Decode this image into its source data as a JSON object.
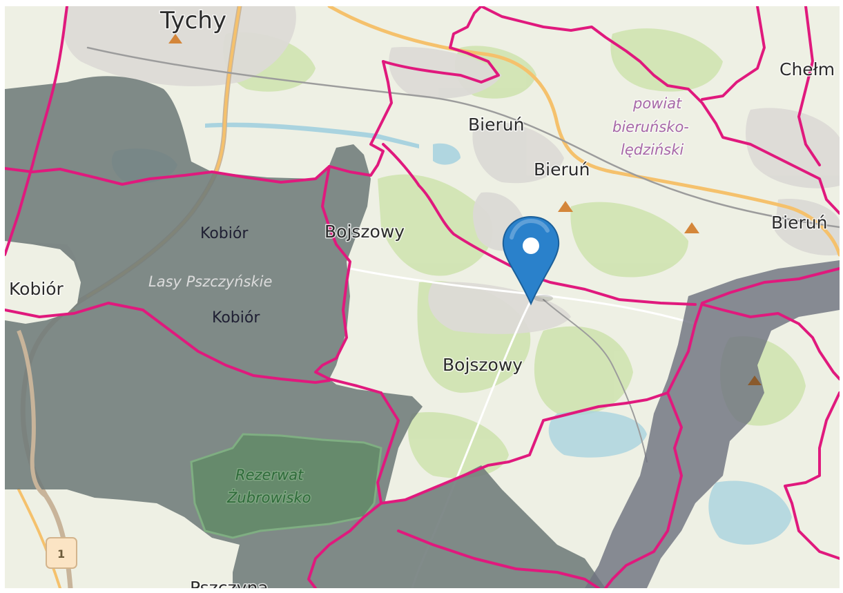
{
  "map": {
    "place_labels": {
      "tychy": "Tychy",
      "chelm": "Chełm",
      "bierun_1": "Bieruń",
      "bierun_2": "Bieruń",
      "bierun_3": "Bieruń",
      "bojszowy_1": "Bojszowy",
      "bojszowy_2": "Bojszowy",
      "kobior_1": "Kobiór",
      "kobior_2": "Kobiór",
      "kobior_3": "Kobiór",
      "pszczyna": "Pszczyna"
    },
    "area_labels": {
      "forest": "Lasy Pszczyńskie",
      "reserve_line1": "Rezerwat",
      "reserve_line2": "Żubrowisko",
      "district_line1": "powiat",
      "district_line2": "bieruńsko-",
      "district_line3": "lędziński"
    },
    "road_shield": "1",
    "marker": {
      "icon": "map-pin-icon",
      "color": "#2a81cb"
    },
    "colors": {
      "boundary": "#e0197d",
      "protected_area": "#6f7b7a",
      "reserve": "#5d8a63",
      "water": "#a9d3df",
      "road_primary": "#f5c16c",
      "land": "#f2efe9",
      "woodland": "#c9dfa8"
    }
  }
}
